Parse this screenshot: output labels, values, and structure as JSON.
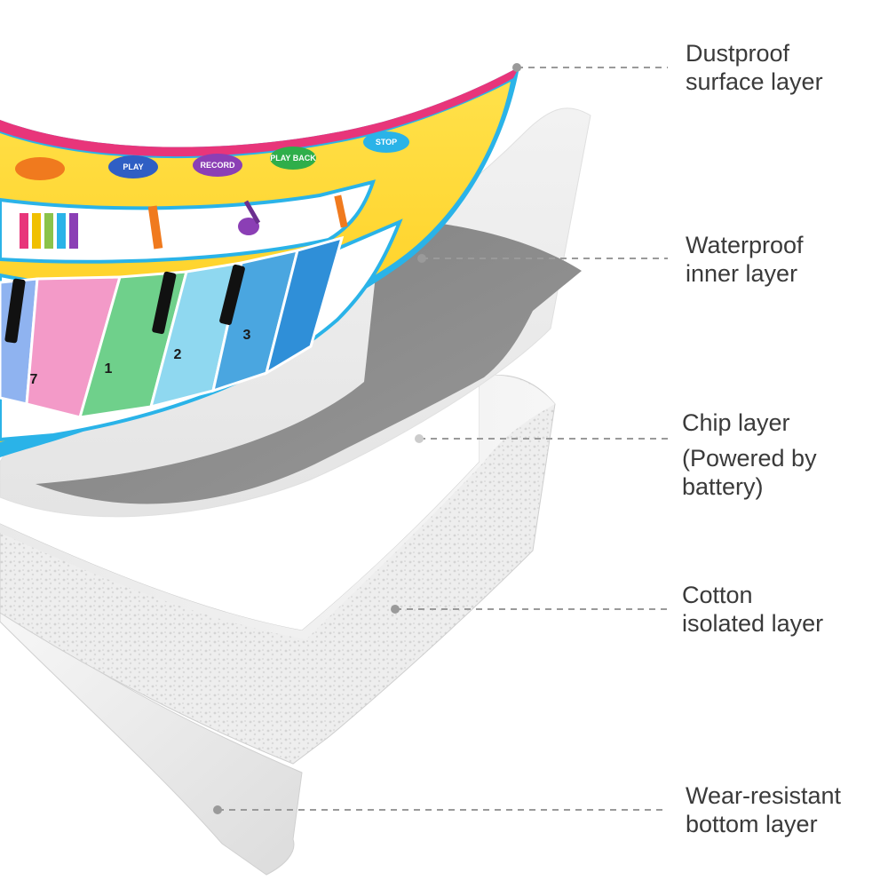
{
  "layers": [
    {
      "id": "dustproof",
      "line1": "Dustproof",
      "line2": "surface layer"
    },
    {
      "id": "waterproof",
      "line1": "Waterproof",
      "line2": "inner layer"
    },
    {
      "id": "chip",
      "line1": "Chip layer",
      "line2": ""
    },
    {
      "id": "cotton",
      "line1": "Cotton",
      "line2": "isolated layer"
    },
    {
      "id": "wear",
      "line1": "Wear-resistant",
      "line2": "bottom layer"
    }
  ],
  "chip_note": {
    "line1": "(Powered by",
    "line2": "battery)"
  },
  "mat": {
    "buttons": [
      "PLAY",
      "RECORD",
      "PLAY BACK",
      "STOP"
    ],
    "keys": [
      "7",
      "1",
      "2",
      "3"
    ]
  },
  "colors": {
    "label_text": "#3a3a3a",
    "leader_line": "#9a9a9a",
    "mat_yellow": "#ffd21f",
    "mat_border_blue": "#2ab3e8",
    "mat_border_pink": "#e8357a",
    "waterproof_gray": "#8a8a8a",
    "chip_white": "#f4f4f4",
    "cotton_white": "#efefef"
  }
}
